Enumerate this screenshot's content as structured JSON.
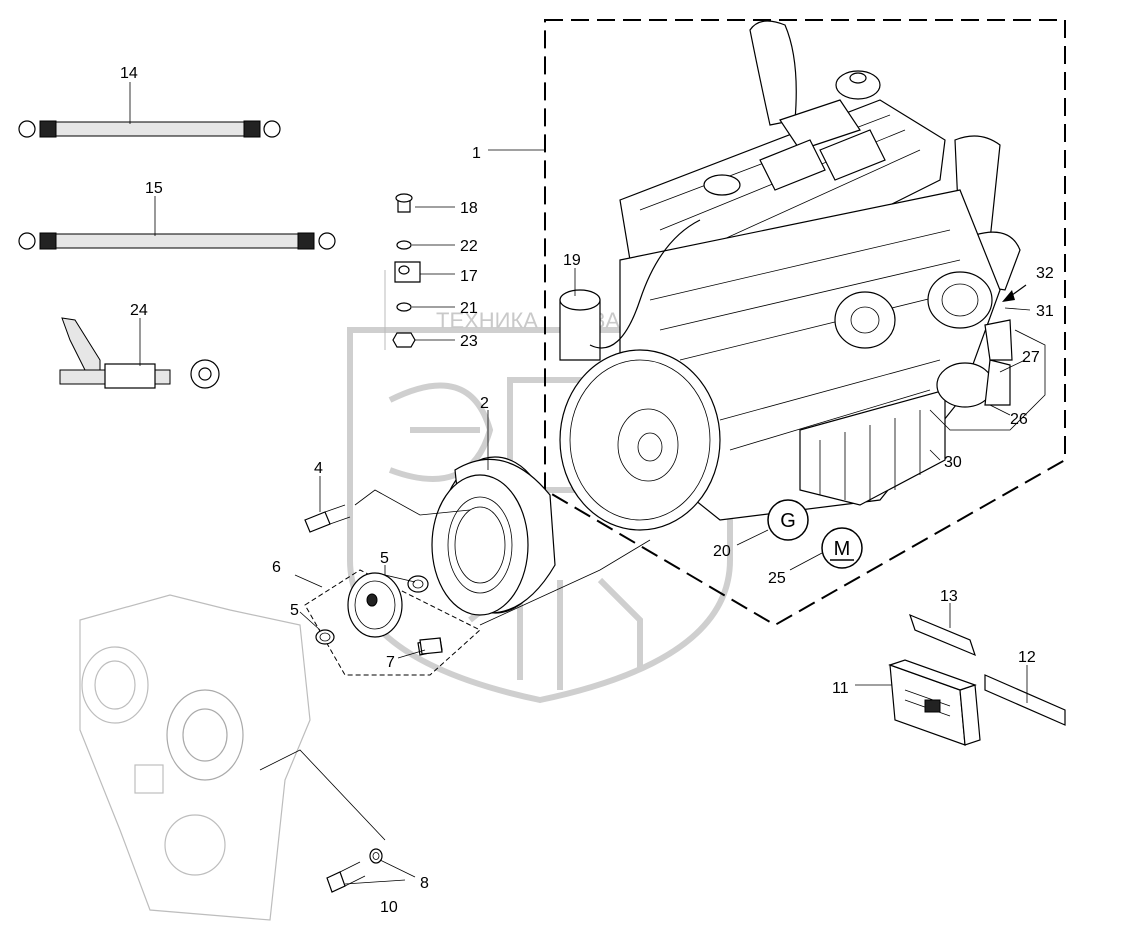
{
  "watermark": {
    "left_word": "ТЕХНИКА",
    "right_word": "ЗАПЧАСТИ"
  },
  "callouts": [
    {
      "id": "c1",
      "text": "1"
    },
    {
      "id": "c2",
      "text": "2"
    },
    {
      "id": "c4",
      "text": "4"
    },
    {
      "id": "c5a",
      "text": "5"
    },
    {
      "id": "c5b",
      "text": "5"
    },
    {
      "id": "c6",
      "text": "6"
    },
    {
      "id": "c7",
      "text": "7"
    },
    {
      "id": "c8",
      "text": "8"
    },
    {
      "id": "c10",
      "text": "10"
    },
    {
      "id": "c11",
      "text": "11"
    },
    {
      "id": "c12",
      "text": "12"
    },
    {
      "id": "c13",
      "text": "13"
    },
    {
      "id": "c14",
      "text": "14"
    },
    {
      "id": "c15",
      "text": "15"
    },
    {
      "id": "c17",
      "text": "17"
    },
    {
      "id": "c18",
      "text": "18"
    },
    {
      "id": "c19",
      "text": "19"
    },
    {
      "id": "c20",
      "text": "20"
    },
    {
      "id": "c21",
      "text": "21"
    },
    {
      "id": "c22",
      "text": "22"
    },
    {
      "id": "c23",
      "text": "23"
    },
    {
      "id": "c24",
      "text": "24"
    },
    {
      "id": "c25",
      "text": "25"
    },
    {
      "id": "c26",
      "text": "26"
    },
    {
      "id": "c27",
      "text": "27"
    },
    {
      "id": "c30",
      "text": "30"
    },
    {
      "id": "c31",
      "text": "31"
    },
    {
      "id": "c32",
      "text": "32"
    }
  ],
  "symbols": {
    "generator": "G",
    "motor": "M"
  }
}
